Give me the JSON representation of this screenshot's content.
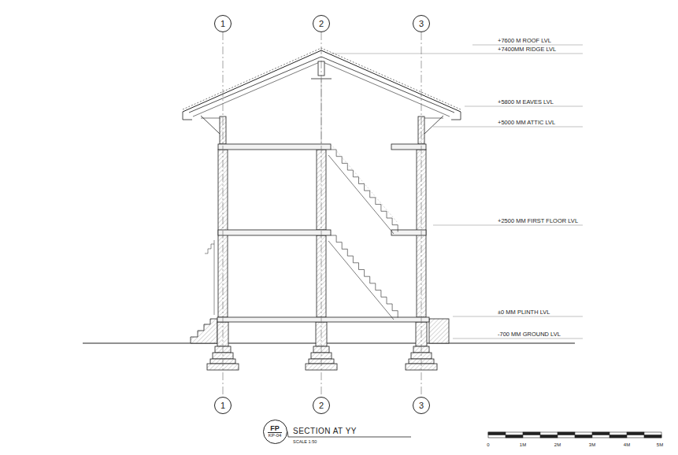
{
  "diagram": {
    "title": "SECTION AT YY",
    "nodes": [
      {
        "text": [
          "1"
        ]
      },
      {
        "text": [
          "2"
        ]
      },
      {
        "text": [
          "3"
        ]
      },
      {
        "text": [
          "1"
        ]
      },
      {
        "text": [
          "2"
        ]
      },
      {
        "text": [
          "3"
        ]
      },
      {
        "text": [
          "FP",
          "KP-04"
        ]
      }
    ],
    "edges": [
      {
        "from": 0,
        "to": 3,
        "arrow": "none"
      },
      {
        "from": 1,
        "to": 4,
        "arrow": "none"
      },
      {
        "from": 2,
        "to": 5,
        "arrow": "none"
      }
    ],
    "labels": [
      "+7600 M ROOF LVL",
      "+7400MM RIDGE LVL",
      "+5800 M EAVES LVL",
      "+5000 MM ATTIC LVL",
      "+2500 MM FIRST FLOOR LVL",
      "±0 MM PLINTH LVL",
      "-700 MM GROUND LVL",
      "SCALE 1:50",
      "0",
      "1M",
      "2M",
      "3M",
      "4M",
      "5M"
    ]
  }
}
